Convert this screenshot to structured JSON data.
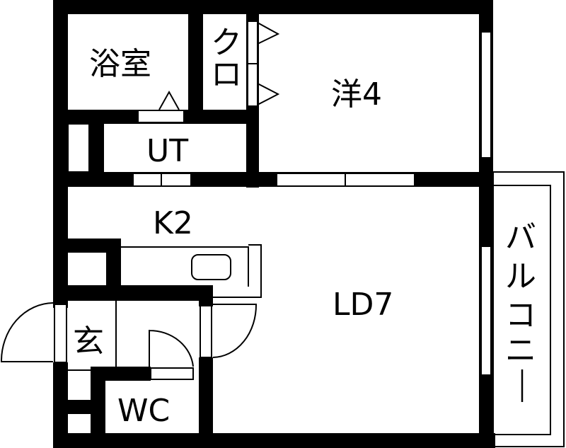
{
  "floor_plan": {
    "type": "apartment",
    "layout": "1LDK",
    "colors": {
      "wall": "#000000",
      "background": "#ffffff"
    },
    "rooms": [
      {
        "id": "bathroom",
        "label": "浴室",
        "meaning": "bathroom"
      },
      {
        "id": "closet",
        "label_top": "ク",
        "label_bottom": "ロ",
        "meaning": "closet"
      },
      {
        "id": "western-room",
        "label": "洋4",
        "meaning": "western-style room, 4 jo"
      },
      {
        "id": "utility",
        "label": "UT",
        "meaning": "utility / washroom"
      },
      {
        "id": "kitchen",
        "label": "K2",
        "meaning": "kitchen, 2 jo"
      },
      {
        "id": "living-dining",
        "label": "LD7",
        "meaning": "living-dining, 7 jo"
      },
      {
        "id": "entrance",
        "label": "玄",
        "meaning": "entrance (genkan)"
      },
      {
        "id": "toilet",
        "label": "WC",
        "meaning": "toilet"
      },
      {
        "id": "balcony",
        "label_chars": [
          "バ",
          "ル",
          "コ",
          "ニ",
          "ー"
        ],
        "meaning": "balcony"
      }
    ]
  }
}
